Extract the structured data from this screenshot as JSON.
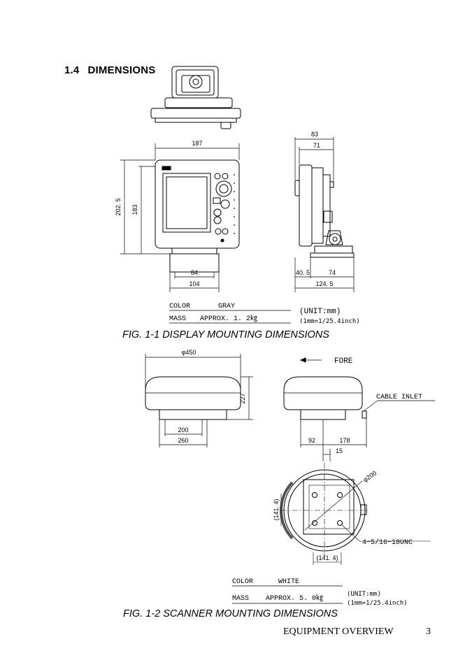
{
  "section": {
    "number": "1.4",
    "title": "DIMENSIONS"
  },
  "fig1": {
    "dims": {
      "width_front": "187",
      "height_outer": "202. 5",
      "height_inner": "183",
      "base_inner": "84",
      "base_outer": "104",
      "side_top": "83",
      "side_second": "71",
      "side_base_offset": "40. 5",
      "side_base": "74",
      "side_total": "124. 5"
    },
    "color_label": "COLOR",
    "color_value": "GRAY",
    "mass_label": "MASS",
    "mass_value": "APPROX. 1. 2㎏",
    "unit": "(UNIT:mm)",
    "unit_conv": "(1mm=1/25.4inch)",
    "caption": "FIG. 1-1  DISPLAY MOUNTING DIMENSIONS"
  },
  "fig2": {
    "dims": {
      "diameter": "φ450",
      "height": "227",
      "base_inner": "200",
      "base_outer": "260",
      "side_a": "92",
      "side_b": "178",
      "side_c": "15",
      "bolt_circle": "φ200",
      "hole_v": "(141. 4)",
      "hole_h": "(141. 4)"
    },
    "fore": "FORE",
    "cable_inlet": "CABLE INLET",
    "bolts": "4−5/16−18UNC",
    "color_label": "COLOR",
    "color_value": "WHITE",
    "mass_label": "MASS",
    "mass_value": "APPROX. 5. 0㎏",
    "unit": "(UNIT:mm)",
    "unit_conv": "(1mm=1/25.4inch)",
    "caption": "FIG. 1-2  SCANNER MOUNTING DIMENSIONS"
  },
  "footer": {
    "chapter": "EQUIPMENT OVERVIEW",
    "page": "3"
  }
}
